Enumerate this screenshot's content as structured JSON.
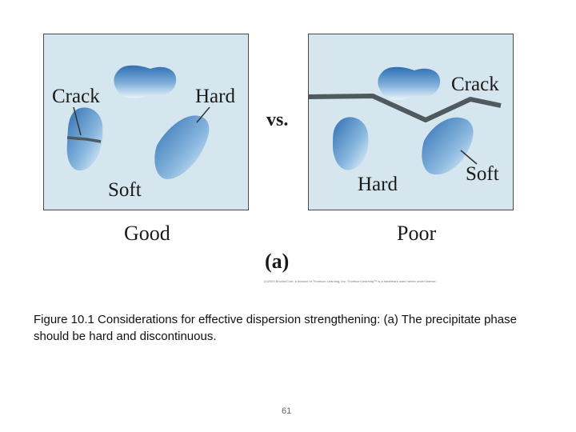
{
  "diagram": {
    "left_panel": {
      "crack": "Crack",
      "hard": "Hard",
      "soft": "Soft",
      "caption": "Good"
    },
    "vs": "vs.",
    "right_panel": {
      "crack": "Crack",
      "hard": "Hard",
      "soft": "Soft",
      "caption": "Poor"
    },
    "part_label": "(a)",
    "copyright": "(c)2003 Brooks/Cole, a division of Thomson Learning, Inc. Thomson Learning™ is a trademark used herein under license.",
    "colors": {
      "panel_bg": "#d6e6ee",
      "particle_dark": "#2f6fb3",
      "particle_light": "#eaf3fa",
      "crack": "#4f5a5f"
    }
  },
  "figure_caption": "Figure 10.1 Considerations for effective dispersion strengthening: (a) The precipitate phase should be hard and discontinuous.",
  "page_number": "61"
}
